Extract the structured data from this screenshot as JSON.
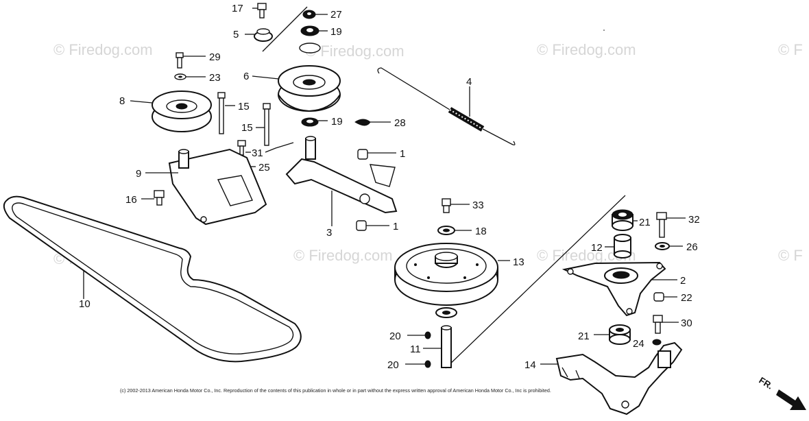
{
  "watermarks": [
    "© Firedog.com",
    "© Firedog.com",
    "© Firedog.com",
    "© F",
    "© Firedog.com",
    "© Firedog.com",
    "© Firedog.com",
    "© F"
  ],
  "copyright": "(c) 2002-2013 American Honda Motor Co., Inc. Reproduction of the contents of this publication in whole or in part without the express written approval of American Honda Motor Co., Inc is prohibited.",
  "direction_label": "FR.",
  "callouts": {
    "c17": "17",
    "c27": "27",
    "c5": "5",
    "c19a": "19",
    "c29": "29",
    "c23": "23",
    "c6": "6",
    "c8": "8",
    "c15a": "15",
    "c15b": "15",
    "c19b": "19",
    "c28": "28",
    "c4": "4",
    "c31": "31",
    "c25": "25",
    "c1a": "1",
    "c9": "9",
    "c16": "16",
    "c3": "3",
    "c1b": "1",
    "c33": "33",
    "c18": "18",
    "c13": "13",
    "c10": "10",
    "c21a": "21",
    "c32": "32",
    "c12": "12",
    "c26": "26",
    "c2": "2",
    "c22": "22",
    "c30": "30",
    "c21b": "21",
    "c24": "24",
    "c20a": "20",
    "c11": "11",
    "c20b": "20",
    "c14": "14"
  }
}
